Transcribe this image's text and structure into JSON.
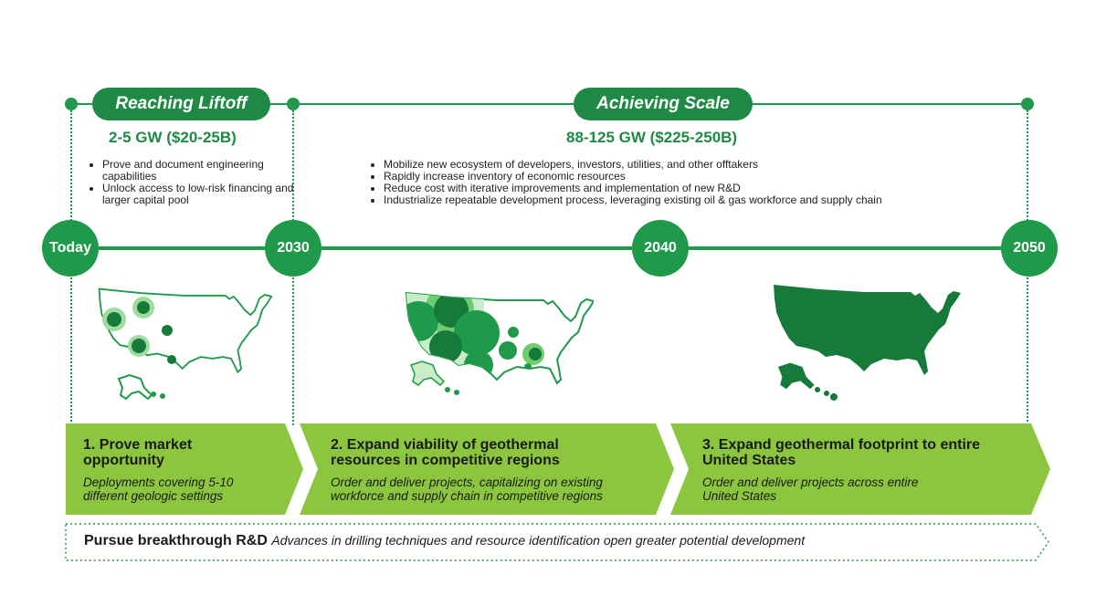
{
  "phases": {
    "liftoff": {
      "label": "Reaching Liftoff",
      "capacity": "2-5 GW ($20-25B)",
      "bullets": [
        "Prove and document engineering capabilities",
        "Unlock access to low-risk financing and larger capital pool"
      ]
    },
    "scale": {
      "label": "Achieving Scale",
      "capacity": "88-125 GW ($225-250B)",
      "bullets": [
        "Mobilize new ecosystem of developers, investors, utilities, and other offtakers",
        "Rapidly increase inventory of economic resources",
        "Reduce cost with iterative improvements and implementation of new R&D",
        "Industrialize repeatable development process, leveraging existing oil & gas workforce and supply chain"
      ]
    }
  },
  "milestones": [
    "Today",
    "2030",
    "2040",
    "2050"
  ],
  "stages": [
    {
      "title": "1. Prove market opportunity",
      "description": "Deployments covering 5-10 different geologic settings"
    },
    {
      "title": "2. Expand viability of geothermal resources in competitive regions",
      "description": "Order and deliver projects, capitalizing on existing workforce and supply chain in competitive regions"
    },
    {
      "title": "3. Expand geothermal footprint to entire United States",
      "description": "Order and deliver projects across entire United States"
    }
  ],
  "rd": {
    "title": "Pursue breakthrough R&D",
    "description": "Advances in drilling techniques and resource identification open greater potential development"
  },
  "colors": {
    "primary_green": "#1e9a4a",
    "dark_green": "#1e8a45",
    "light_green": "#b6e38a",
    "map_fill": "#157a3a",
    "map_light": "#c9ecc9"
  }
}
